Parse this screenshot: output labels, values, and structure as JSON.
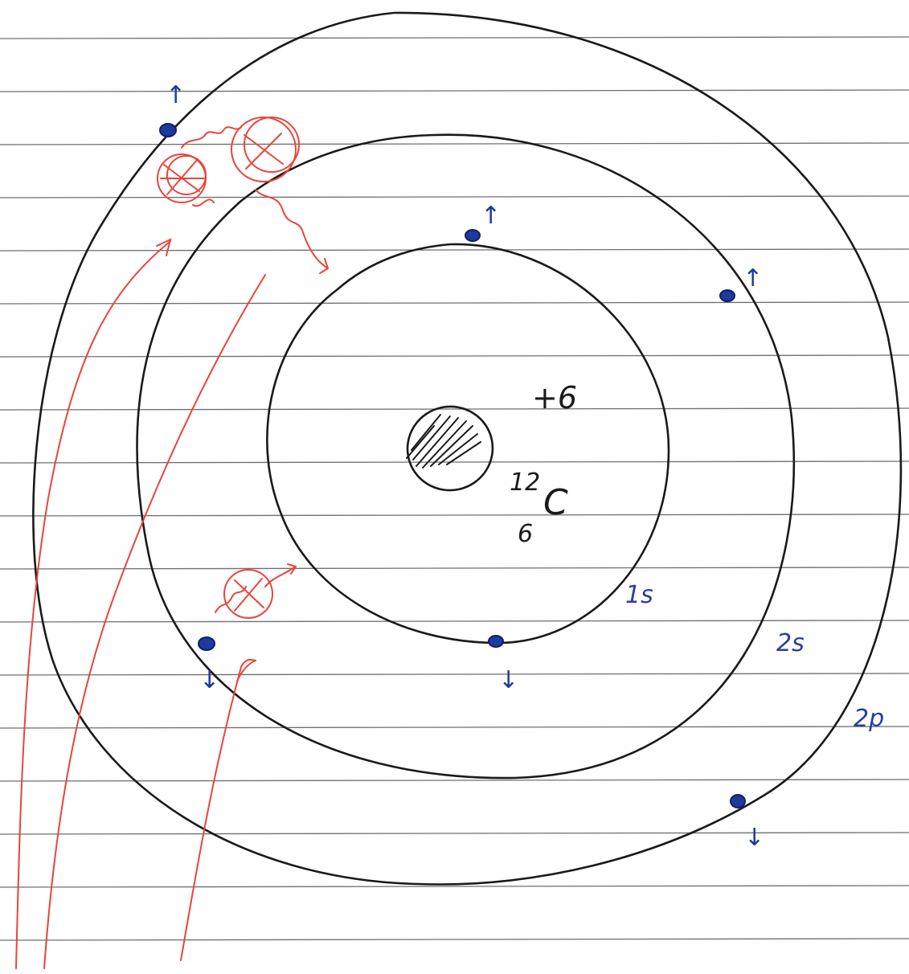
{
  "nucleus": {
    "charge": "+6",
    "mass_number": "12",
    "element": "C",
    "atomic_number": "6"
  },
  "shells": [
    {
      "id": "1s",
      "label": "1s"
    },
    {
      "id": "2s",
      "label": "2s"
    },
    {
      "id": "2p",
      "label": "2p"
    }
  ],
  "electrons": [
    {
      "shell": "1s",
      "spin": "↑",
      "spin_word": "up"
    },
    {
      "shell": "1s",
      "spin": "↓",
      "spin_word": "down"
    },
    {
      "shell": "2s",
      "spin": "↑",
      "spin_word": "up"
    },
    {
      "shell": "2s",
      "spin": "↓",
      "spin_word": "down"
    },
    {
      "shell": "2p",
      "spin": "↑",
      "spin_word": "up"
    },
    {
      "shell": "2p",
      "spin": "↓",
      "spin_word": "down"
    }
  ],
  "colors": {
    "ink": "#1a1a1a",
    "electron": "#1f3a9e",
    "label": "#2a3f9e",
    "photon": "#e8453c",
    "rule_line": "#6f6f6f"
  }
}
